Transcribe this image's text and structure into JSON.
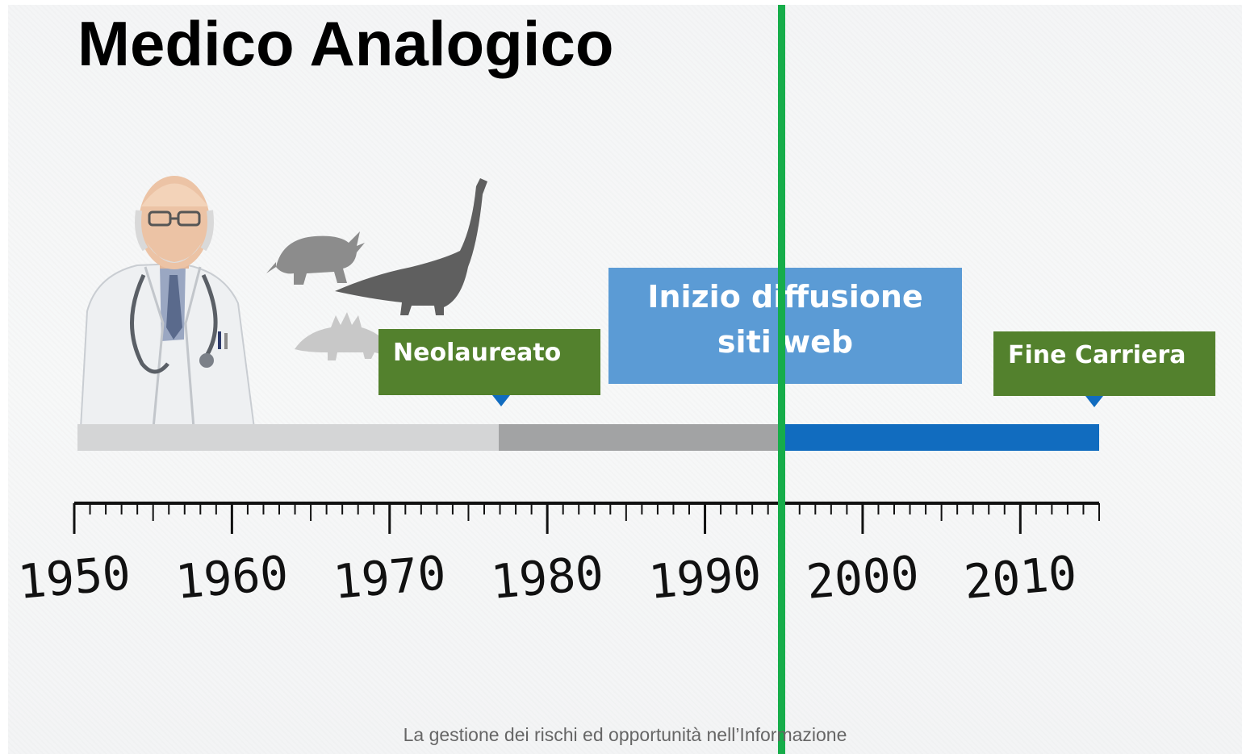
{
  "slide": {
    "title": "Medico Analogico",
    "callouts": {
      "neolaureato": "Neolaureato",
      "inizio_line1": "Inizio diffusione",
      "inizio_line2": "siti web",
      "fine": "Fine Carriera"
    },
    "timeline": {
      "years": [
        "1950",
        "1960",
        "1970",
        "1980",
        "1990",
        "2000",
        "2010"
      ],
      "start_year": 1950,
      "end_year": 2015,
      "phases": [
        {
          "from": 1950,
          "to": 1977,
          "color": "#d4d5d6"
        },
        {
          "from": 1977,
          "to": 1995,
          "color": "#a2a3a4"
        },
        {
          "from": 1995,
          "to": 2015,
          "color": "#116cbf"
        }
      ],
      "web_year": 1995
    },
    "footer": "La gestione dei rischi ed opportunità nell’Informazione",
    "colors": {
      "green_line": "#16ad4a",
      "callout_green": "#53812d",
      "callout_blue": "#5b9bd5",
      "bar_blue": "#116cbf"
    },
    "icons": [
      "doctor-illustration",
      "triceratops-icon",
      "brachiosaurus-icon",
      "stegosaurus-icon"
    ]
  }
}
